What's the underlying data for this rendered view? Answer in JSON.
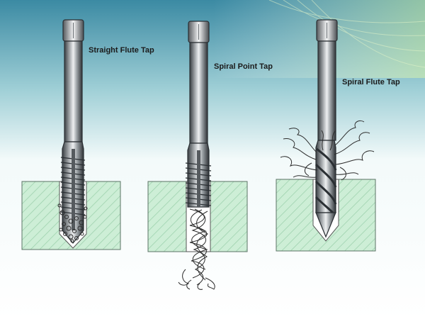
{
  "labels": {
    "straight": "Straight Flute Tap",
    "spiral_point": "Spiral Point Tap",
    "spiral_flute": "Spiral Flute Tap"
  },
  "colors": {
    "block_fill": "#cdeed6",
    "hatch": "#9ed2ae",
    "block_stroke": "#5c7466",
    "tool_dark": "#2a2f33",
    "tool_mid": "#8d9296",
    "tool_light": "#e4e6e8",
    "chip": "#2d2d2d"
  }
}
